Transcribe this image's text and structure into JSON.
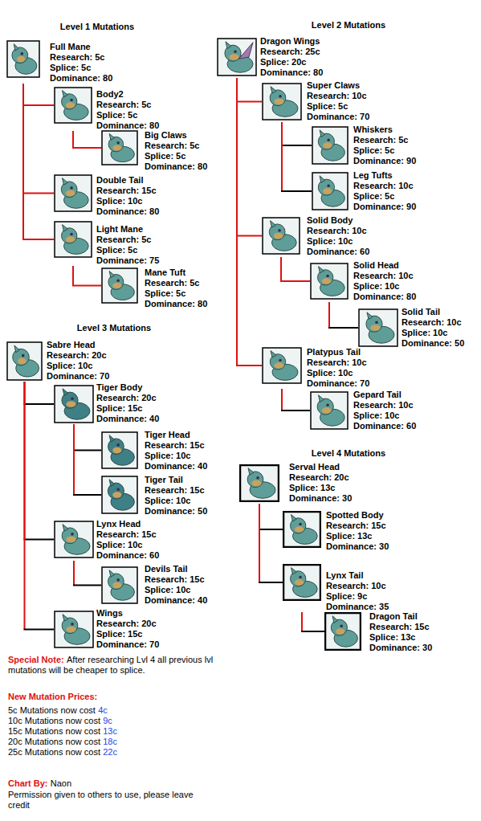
{
  "diagram": {
    "nodes": [
      {
        "text": [
          "Full Mane",
          "Research: 5c",
          "Splice: 5c",
          "Dominance: 80"
        ]
      },
      {
        "text": [
          "Body2",
          "Research: 5c",
          "Splice: 5c",
          "Dominance: 80"
        ]
      },
      {
        "text": [
          "Big Claws",
          "Research: 5c",
          "Splice: 5c",
          "Dominance: 80"
        ]
      },
      {
        "text": [
          "Double Tail",
          "Research: 15c",
          "Splice: 10c",
          "Dominance: 80"
        ]
      },
      {
        "text": [
          "Light Mane",
          "Research: 5c",
          "Splice: 5c",
          "Dominance: 75"
        ]
      },
      {
        "text": [
          "Mane Tuft",
          "Research: 5c",
          "Splice: 5c",
          "Dominance: 80"
        ]
      },
      {
        "text": [
          "Dragon Wings",
          "Research: 25c",
          "Splice: 20c",
          "Dominance: 80"
        ]
      },
      {
        "text": [
          "Super Claws",
          "Research: 10c",
          "Splice: 5c",
          "Dominance: 70"
        ]
      },
      {
        "text": [
          "Whiskers",
          "Research: 5c",
          "Splice: 5c",
          "Dominance: 90"
        ]
      },
      {
        "text": [
          "Leg Tufts",
          "Research: 10c",
          "Splice: 5c",
          "Dominance: 90"
        ]
      },
      {
        "text": [
          "Solid Body",
          "Research: 10c",
          "Splice: 10c",
          "Dominance: 60"
        ]
      },
      {
        "text": [
          "Solid Head",
          "Research: 10c",
          "Splice: 10c",
          "Dominance: 80"
        ]
      },
      {
        "text": [
          "Solid Tail",
          "Research: 10c",
          "Splice: 10c",
          "Dominance: 50"
        ]
      },
      {
        "text": [
          "Platypus Tail",
          "Research: 10c",
          "Splice: 10c",
          "Dominance: 70"
        ]
      },
      {
        "text": [
          "Gepard Tail",
          "Research: 10c",
          "Splice: 10c",
          "Dominance: 60"
        ]
      },
      {
        "text": [
          "Sabre Head",
          "Research: 20c",
          "Splice: 10c",
          "Dominance: 70"
        ]
      },
      {
        "text": [
          "Tiger Body",
          "Research: 20c",
          "Splice: 15c",
          "Dominance: 40"
        ]
      },
      {
        "text": [
          "Tiger Head",
          "Research: 15c",
          "Splice: 10c",
          "Dominance: 40"
        ]
      },
      {
        "text": [
          "Tiger Tail",
          "Research: 15c",
          "Splice: 10c",
          "Dominance: 50"
        ]
      },
      {
        "text": [
          "Lynx Head",
          "Research: 15c",
          "Splice: 10c",
          "Dominance: 60"
        ]
      },
      {
        "text": [
          "Devils Tail",
          "Research: 15c",
          "Splice: 10c",
          "Dominance: 40"
        ]
      },
      {
        "text": [
          "Wings",
          "Research: 20c",
          "Splice: 15c",
          "Dominance: 70"
        ]
      },
      {
        "text": [
          "Serval Head",
          "Research: 20c",
          "Splice: 13c",
          "Dominance: 30"
        ]
      },
      {
        "text": [
          "Spotted Body",
          "Research: 15c",
          "Splice: 13c",
          "Dominance: 30"
        ]
      },
      {
        "text": [
          "Lynx Tail",
          "Research: 10c",
          "Splice: 9c",
          "Dominance: 35"
        ]
      },
      {
        "text": [
          "Dragon Tail",
          "Research: 15c",
          "Splice: 13c",
          "Dominance: 30"
        ]
      }
    ],
    "edges": [
      {
        "from": 0,
        "to": 1,
        "arrow": "none"
      },
      {
        "from": 0,
        "to": 3,
        "arrow": "none"
      },
      {
        "from": 0,
        "to": 4,
        "arrow": "none"
      },
      {
        "from": 1,
        "to": 2,
        "arrow": "none"
      },
      {
        "from": 4,
        "to": 5,
        "arrow": "none"
      },
      {
        "from": 6,
        "to": 7,
        "arrow": "none"
      },
      {
        "from": 6,
        "to": 10,
        "arrow": "none"
      },
      {
        "from": 6,
        "to": 13,
        "arrow": "none"
      },
      {
        "from": 7,
        "to": 8,
        "arrow": "none"
      },
      {
        "from": 7,
        "to": 9,
        "arrow": "none"
      },
      {
        "from": 10,
        "to": 11,
        "arrow": "none"
      },
      {
        "from": 11,
        "to": 12,
        "arrow": "none"
      },
      {
        "from": 13,
        "to": 14,
        "arrow": "none"
      },
      {
        "from": 15,
        "to": 16,
        "arrow": "none"
      },
      {
        "from": 15,
        "to": 19,
        "arrow": "none"
      },
      {
        "from": 15,
        "to": 21,
        "arrow": "none"
      },
      {
        "from": 16,
        "to": 17,
        "arrow": "none"
      },
      {
        "from": 16,
        "to": 18,
        "arrow": "none"
      },
      {
        "from": 19,
        "to": 20,
        "arrow": "none"
      },
      {
        "from": 22,
        "to": 23,
        "arrow": "none"
      },
      {
        "from": 22,
        "to": 24,
        "arrow": "none"
      },
      {
        "from": 24,
        "to": 25,
        "arrow": "none"
      }
    ],
    "labels": [
      "Level 1 Mutations",
      "Level 2 Mutations",
      "Level 3 Mutations",
      "Level 4 Mutations",
      "Special Note:",
      "After researching Lvl 4 all previous lvl mutations will be cheaper to splice.",
      "New Mutation Prices:",
      "5c Mutations now cost",
      "4c",
      "10c Mutations now cost",
      "9c",
      "15c Mutations now cost",
      "13c",
      "20c Mutations now cost",
      "18c",
      "25c Mutations now cost",
      "22c",
      "Chart By:",
      "Naon",
      "Permission given to others to use, please leave credit"
    ]
  }
}
